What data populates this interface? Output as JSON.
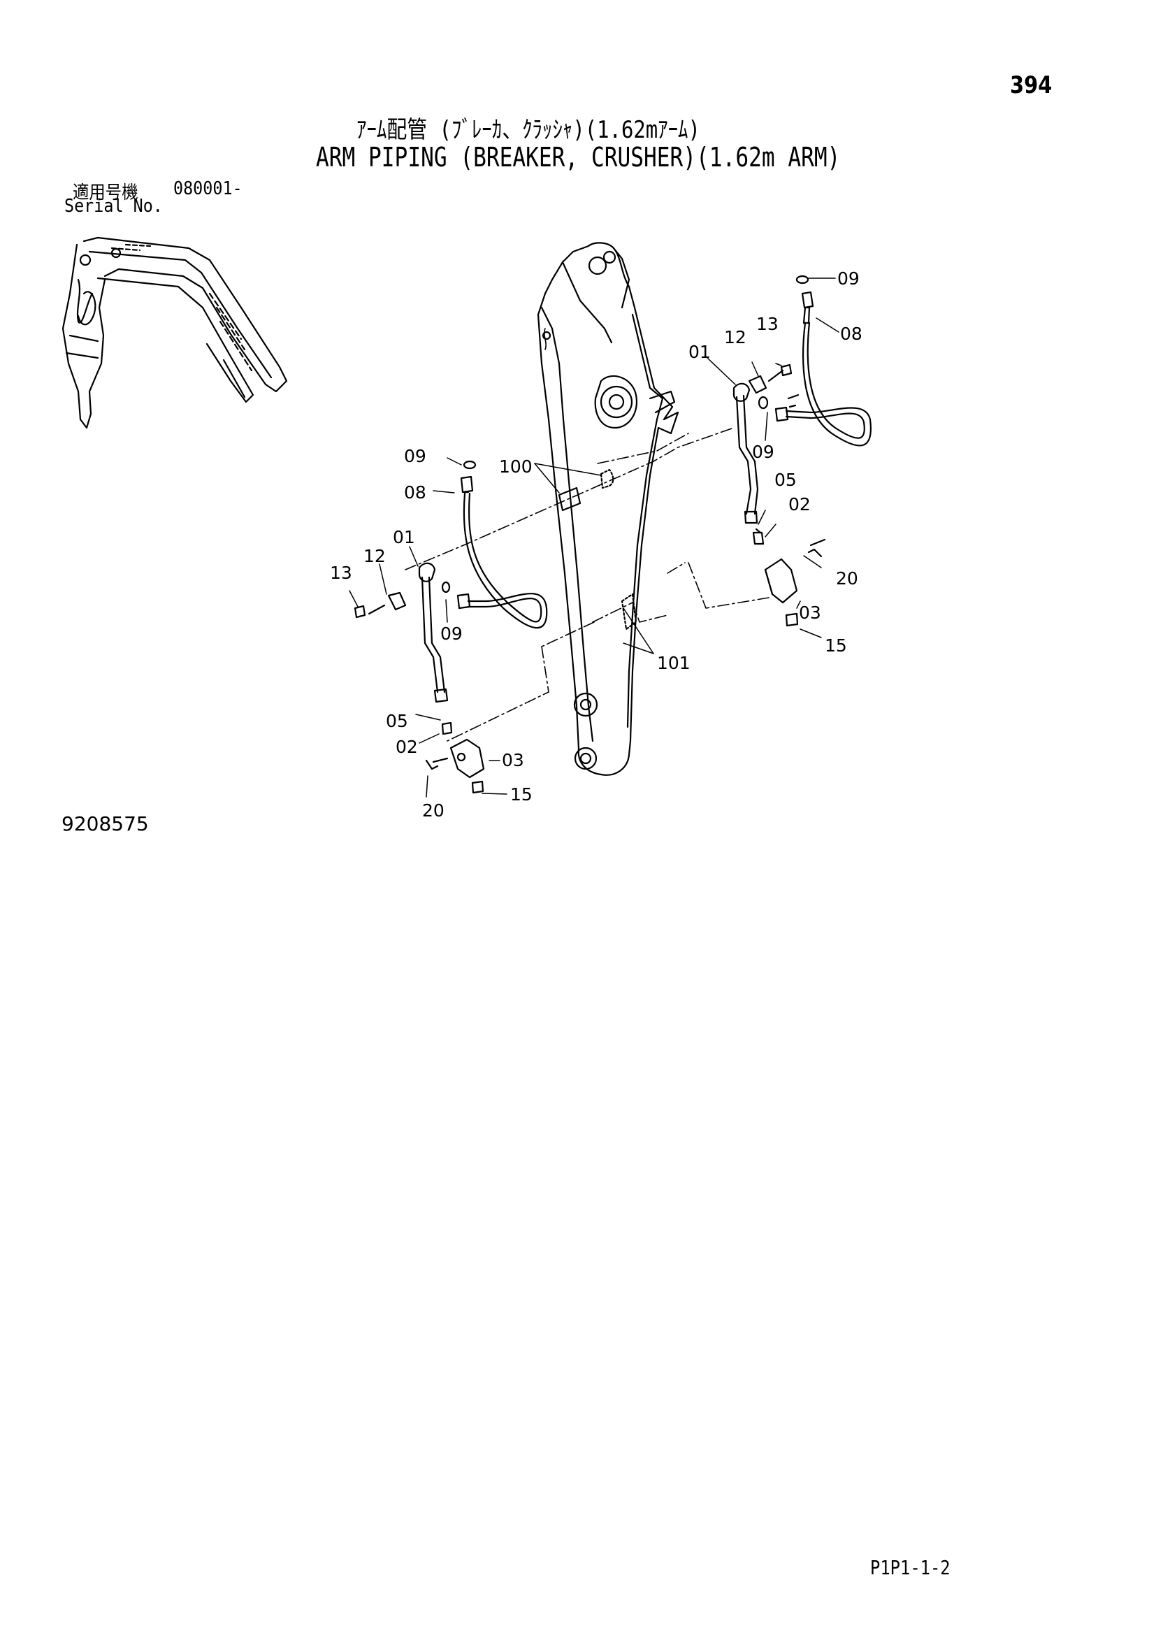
{
  "header": {
    "page_number": "394",
    "title_jp": "ｱｰﾑ配管 (ﾌﾞﾚｰｶ、ｸﾗｯｼｬ)(1.62mｱｰﾑ)",
    "title_en": "ARM PIPING (BREAKER, CRUSHER)(1.62m ARM)"
  },
  "serial": {
    "label_jp": "適用号機",
    "value": "080001-",
    "label_en": "Serial No."
  },
  "drawing_number": "9208575",
  "page_code": "P1P1-1-2",
  "diagram": {
    "callouts": {
      "c09_top": "09",
      "c08_top": "08",
      "c13_right": "13",
      "c12_right": "12",
      "c01_right": "01",
      "c09_right_mid": "09",
      "c05_right": "05",
      "c02_right": "02",
      "c20_right": "20",
      "c03_right": "03",
      "c15_right": "15",
      "c100": "100",
      "c101": "101",
      "c09_left_top": "09",
      "c08_left": "08",
      "c01_left": "01",
      "c12_left": "12",
      "c13_left": "13",
      "c09_left_mid": "09",
      "c05_left": "05",
      "c02_left": "02",
      "c03_left": "03",
      "c20_left": "20",
      "c15_left": "15"
    }
  }
}
